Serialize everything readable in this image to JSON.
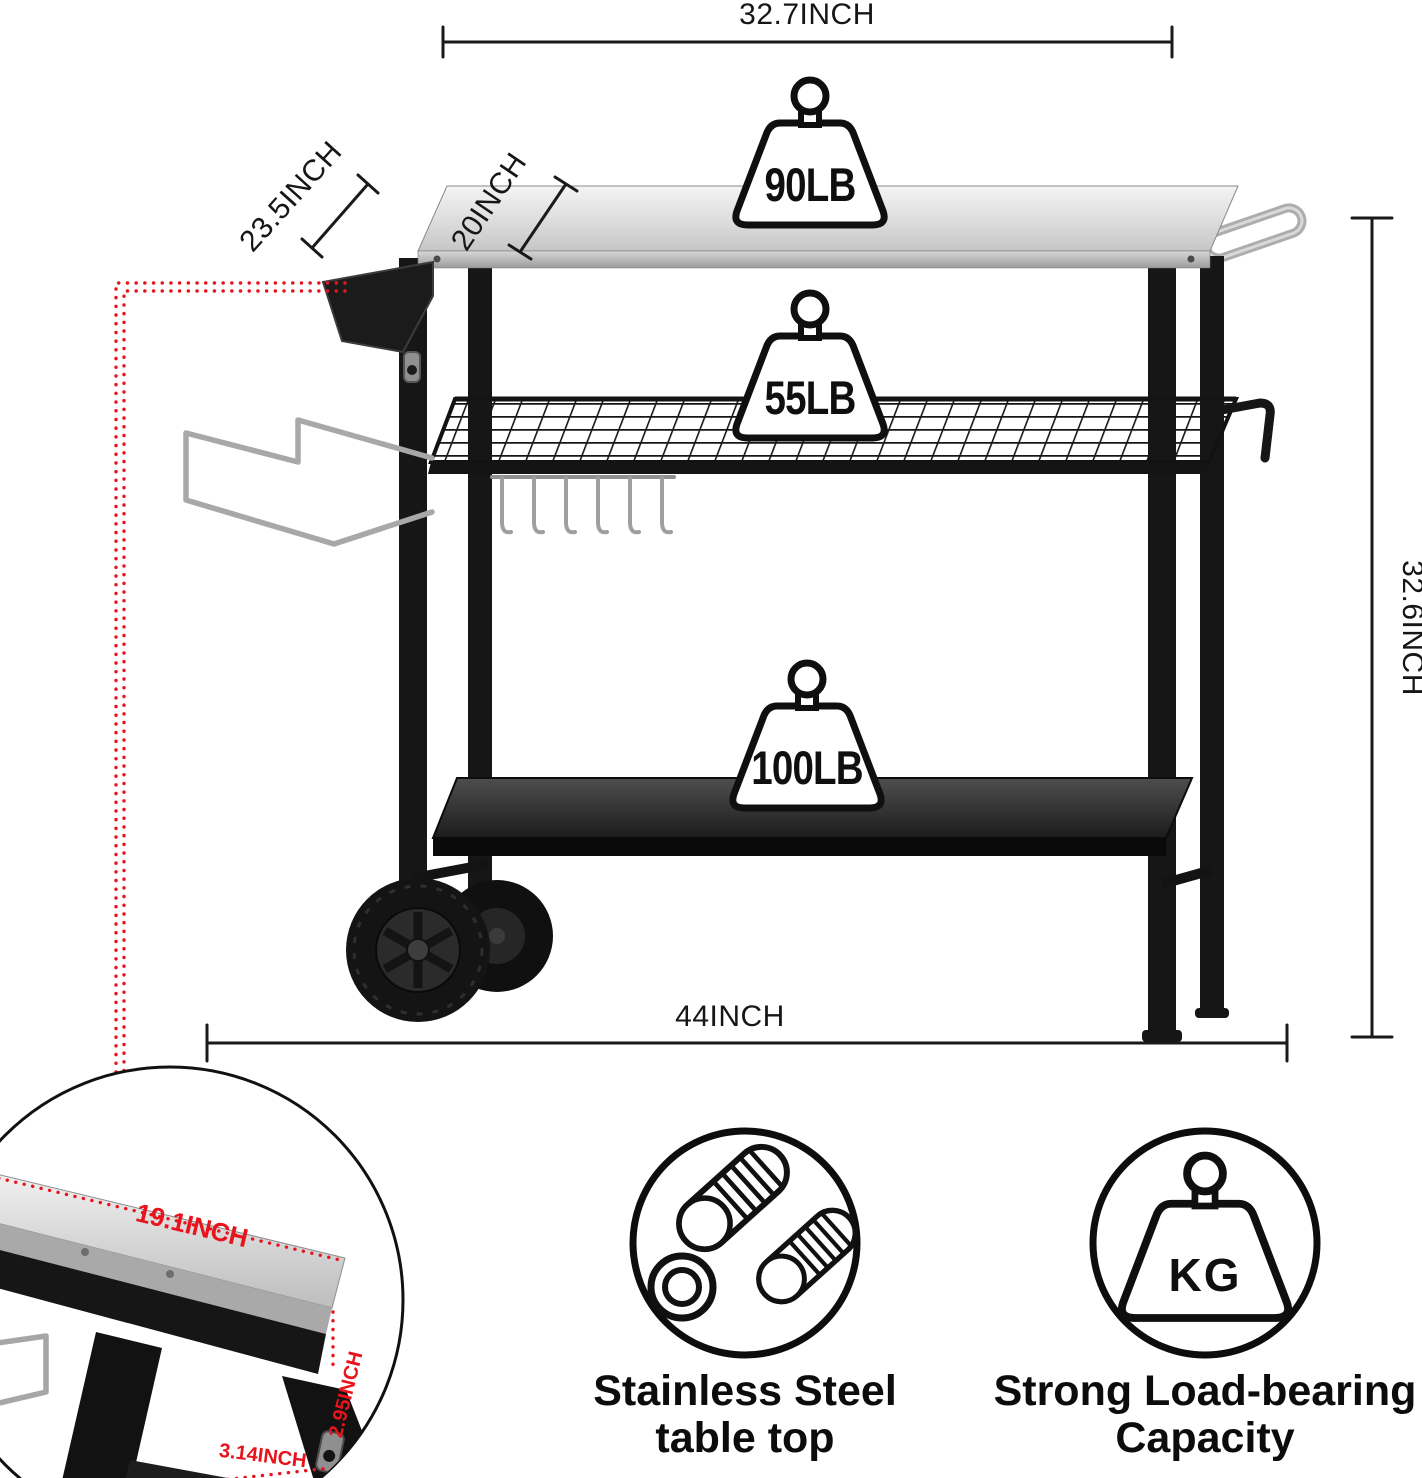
{
  "colors": {
    "accent_red": "#e8131b",
    "ink": "#111111",
    "steel_light": "#ededed",
    "steel_dark": "#b9b9b9"
  },
  "dimensions": {
    "top_width": "32.7INCH",
    "table_depth": "23.5INCH",
    "shelf_depth": "20INCH",
    "height": "32.6INCH",
    "overall_width": "44INCH"
  },
  "capacities": {
    "top": "90LB",
    "middle": "55LB",
    "bottom": "100LB"
  },
  "inset": {
    "top_length": "19.1INCH",
    "edge_height": "2.95INCH",
    "frame_width": "3.14INCH"
  },
  "features": [
    {
      "icon": "steel-tubes-icon",
      "line1": "Stainless Steel",
      "line2": "table top"
    },
    {
      "icon": "kg-weight-icon",
      "badge": "KG",
      "line1": "Strong Load-bearing",
      "line2": "Capacity"
    }
  ]
}
